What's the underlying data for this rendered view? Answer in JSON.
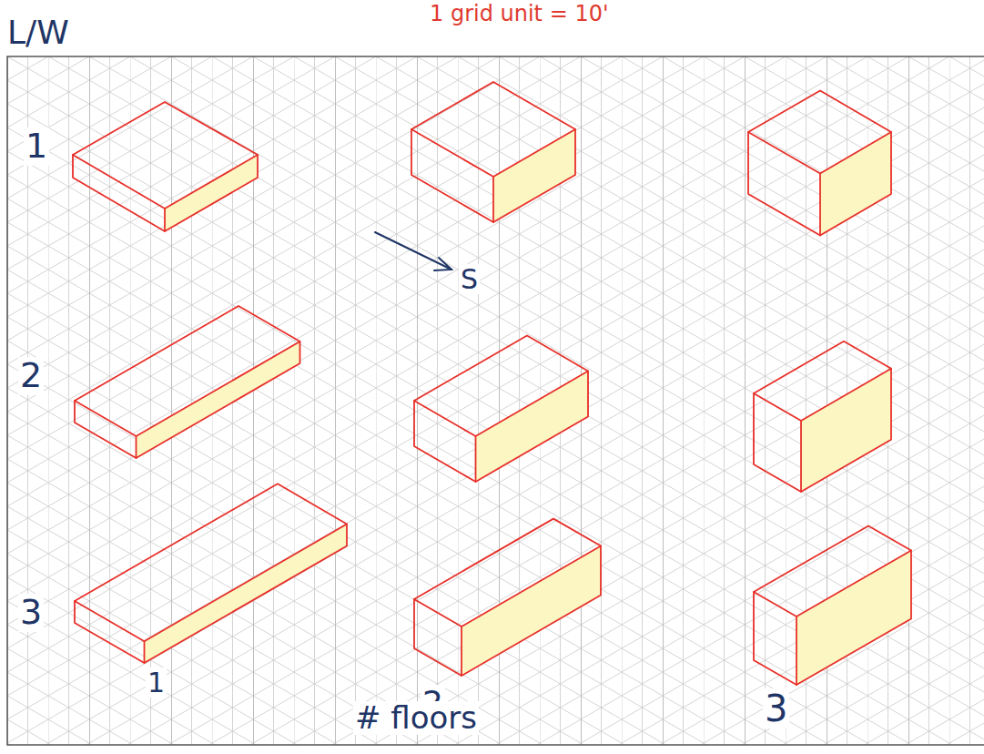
{
  "diagram": {
    "labels": [
      "1 grid unit = 10'",
      "L/W",
      "1",
      "2",
      "3",
      "S",
      "1",
      "2",
      "3",
      "# floors"
    ]
  }
}
